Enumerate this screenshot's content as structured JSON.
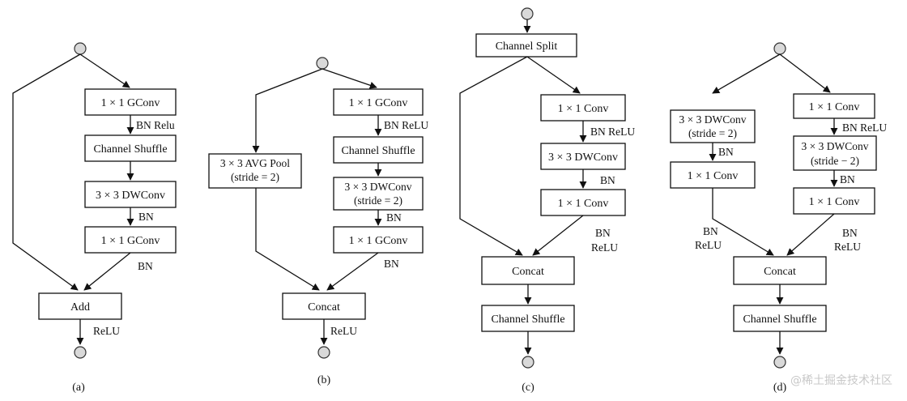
{
  "diagram_a": {
    "label": "(a)",
    "box_gconv1": "1 × 1 GConv",
    "ann_bn_relu": "BN Relu",
    "box_shuffle": "Channel Shuffle",
    "box_dwconv": "3 × 3 DWConv",
    "ann_bn1": "BN",
    "box_gconv2": "1 × 1 GConv",
    "ann_bn2": "BN",
    "box_add": "Add",
    "ann_relu": "ReLU"
  },
  "diagram_b": {
    "label": "(b)",
    "box_avgpool_l1": "3 × 3 AVG Pool",
    "box_avgpool_l2": "(stride = 2)",
    "box_gconv1": "1 × 1 GConv",
    "ann_bn_relu": "BN ReLU",
    "box_shuffle": "Channel Shuffle",
    "box_dwconv_l1": "3 × 3 DWConv",
    "box_dwconv_l2": "(stride = 2)",
    "ann_bn1": "BN",
    "box_gconv2": "1 × 1 GConv",
    "ann_bn2": "BN",
    "box_concat": "Concat",
    "ann_relu": "ReLU"
  },
  "diagram_c": {
    "label": "(c)",
    "box_split": "Channel Split",
    "box_conv1": "1 × 1 Conv",
    "ann_bn_relu": "BN ReLU",
    "box_dwconv": "3 × 3 DWConv",
    "ann_bn": "BN",
    "box_conv2": "1 × 1 Conv",
    "ann_bn2": "BN",
    "ann_relu2": "ReLU",
    "box_concat": "Concat",
    "box_shuffle": "Channel Shuffle"
  },
  "diagram_d": {
    "label": "(d)",
    "box_left_dw_l1": "3 × 3 DWConv",
    "box_left_dw_l2": "(stride = 2)",
    "ann_left_bn": "BN",
    "box_left_conv": "1 × 1 Conv",
    "ann_left_bn2": "BN",
    "ann_left_relu": "ReLU",
    "box_right_conv1": "1 × 1 Conv",
    "ann_right_bn_relu": "BN ReLU",
    "box_right_dw_l1": "3 × 3 DWConv",
    "box_right_dw_l2": "(stride − 2)",
    "ann_right_bn": "BN",
    "box_right_conv2": "1 × 1 Conv",
    "ann_right_bn2": "BN",
    "ann_right_relu": "ReLU",
    "box_concat": "Concat",
    "box_shuffle": "Channel Shuffle"
  },
  "watermark": "@稀土掘金技术社区"
}
